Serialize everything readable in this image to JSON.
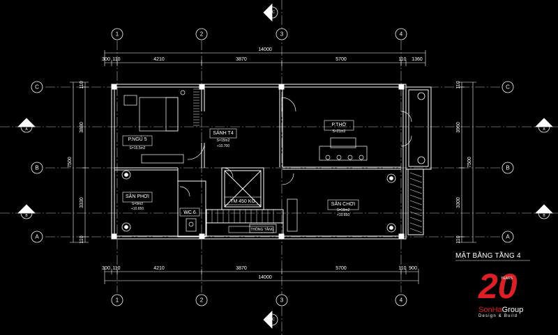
{
  "title": "MẶT BẰNG TẦNG 4",
  "grid": {
    "cols": [
      "1",
      "2",
      "3",
      "4"
    ],
    "rows": [
      "C",
      "B",
      "A"
    ]
  },
  "section_marks": {
    "top_bottom": "C",
    "left_right_a": "A",
    "left_right_b": "B"
  },
  "dims_top": {
    "total": "14000",
    "segments": [
      "300",
      "110",
      "4210",
      "3870",
      "5700",
      "110",
      "1360"
    ]
  },
  "dims_bottom": {
    "total": "14000",
    "segments": [
      "300",
      "110",
      "4210",
      "3870",
      "5700",
      "110",
      "900"
    ]
  },
  "dims_left": {
    "total": "7500",
    "segments": [
      "110",
      "3880",
      "3330",
      "110"
    ]
  },
  "dims_right": {
    "total": "7500",
    "segments": [
      "110",
      "3960",
      "3300",
      "110"
    ]
  },
  "rooms": [
    {
      "name": "P.NGỦ 5",
      "area": "S=15,5m2"
    },
    {
      "name": "SẢNH T4",
      "area": "S=15m2",
      "level": "+10.700"
    },
    {
      "name": "P.THỜ",
      "area": "S=21m2"
    },
    {
      "name": "SÂN PHƠI",
      "area": "S=9m2",
      "level": "+10.650"
    },
    {
      "name": "TM 450 KG"
    },
    {
      "name": "WC 6"
    },
    {
      "name": "SÂN CHƠI",
      "area": "S=18m2",
      "level": "+10.650"
    },
    {
      "name": "THÔNG TẦNG"
    }
  ],
  "logo": {
    "years_number": "20",
    "years_label": "YEARS",
    "brand_a": "SonHa",
    "brand_b": "Group",
    "tagline": "Design & Build"
  },
  "colors": {
    "background": "#000000",
    "lines": "#ffffff",
    "gridlines": "#cfcfcf",
    "accent": "#e01e24"
  }
}
